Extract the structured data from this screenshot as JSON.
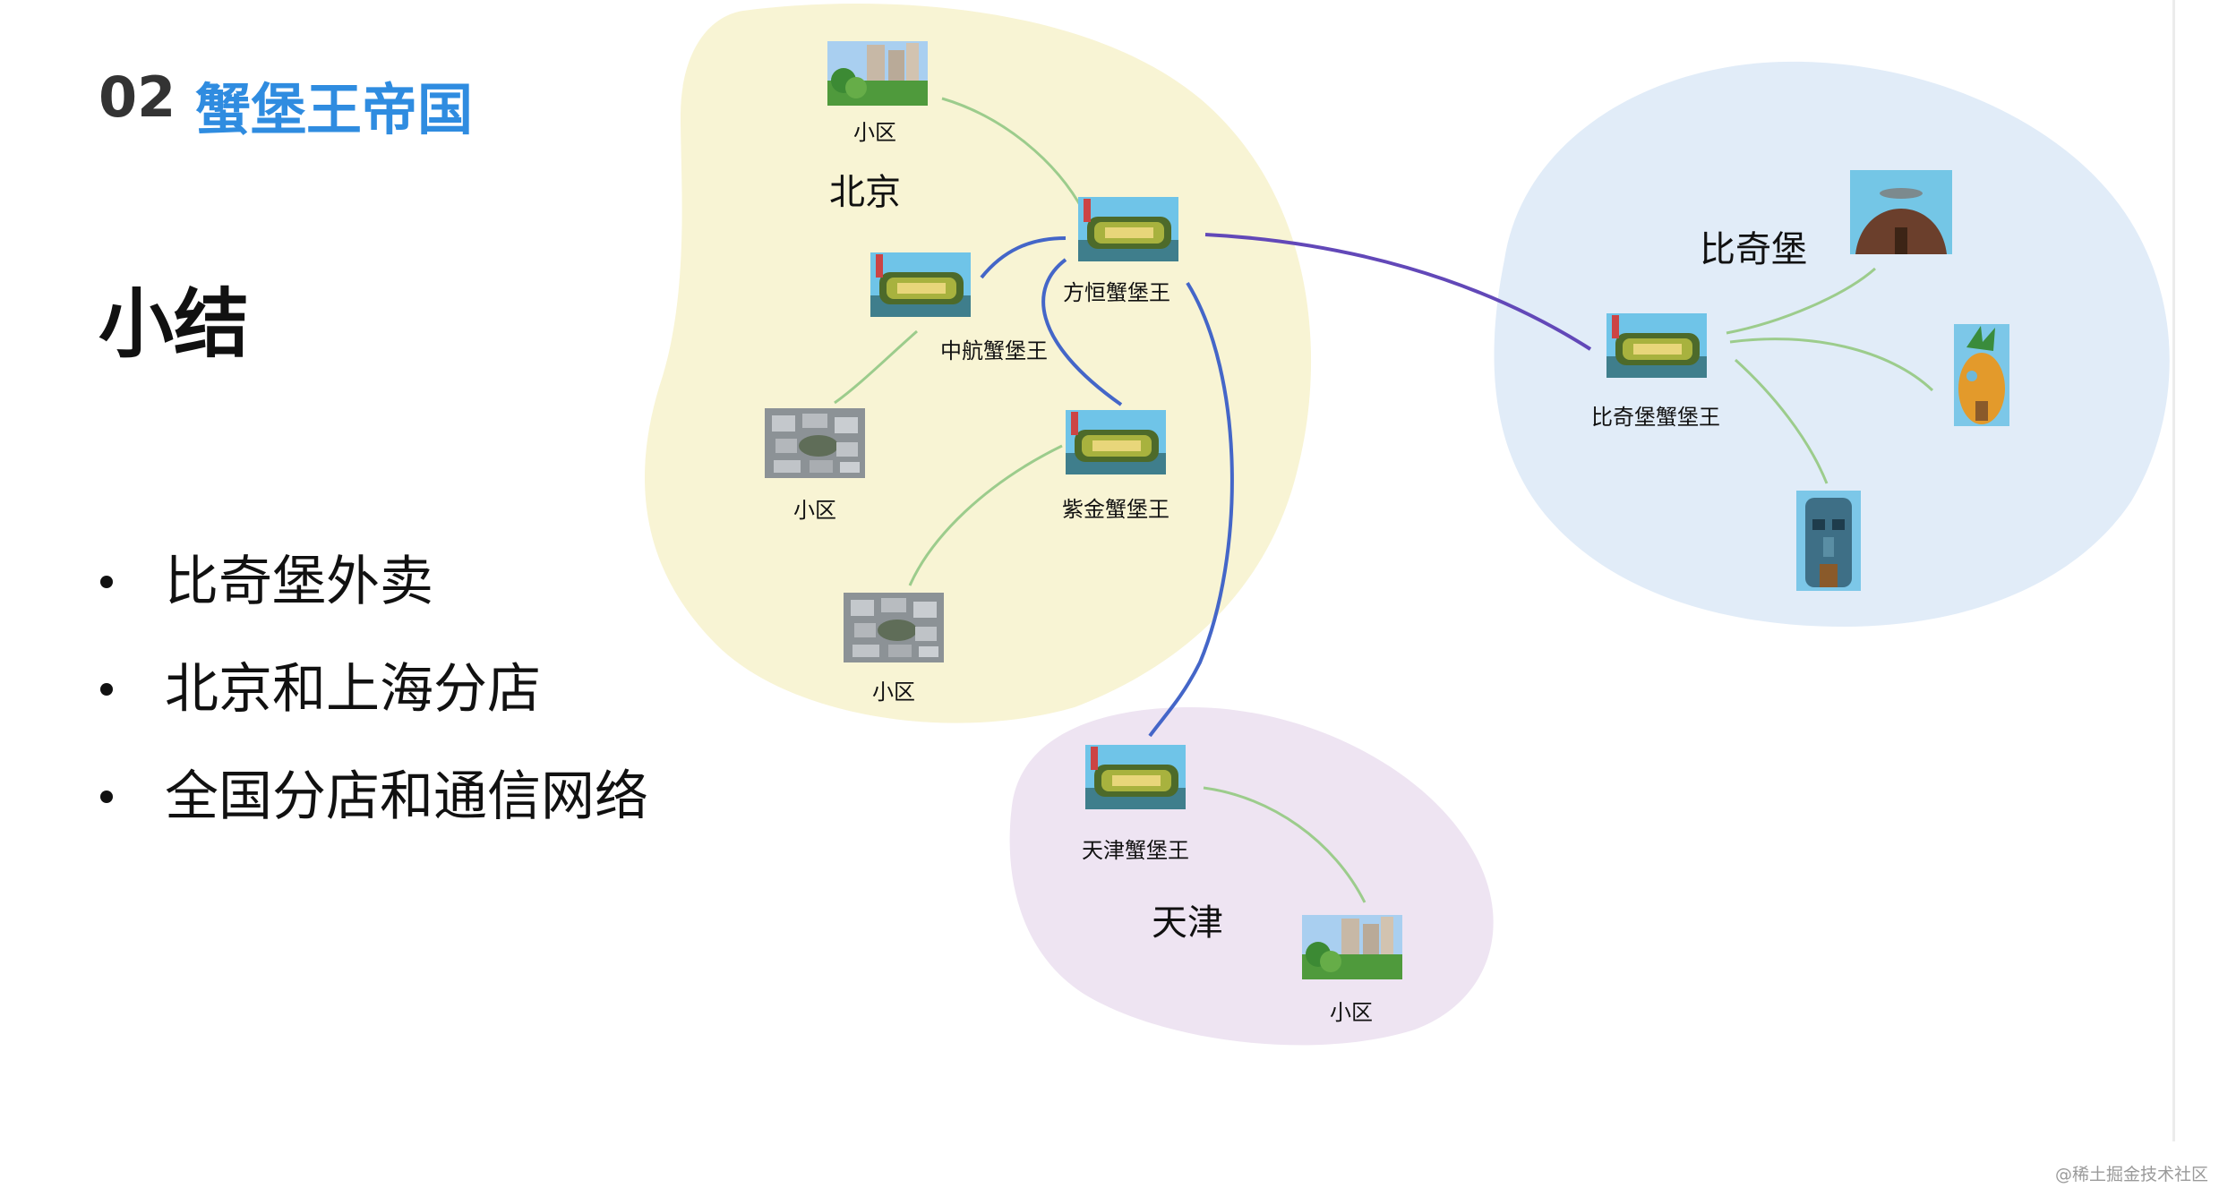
{
  "header": {
    "number": "02",
    "title": "蟹堡王帝国"
  },
  "section_heading": "小结",
  "bullets": [
    "比奇堡外卖",
    "北京和上海分店",
    "全国分店和通信网络"
  ],
  "regions": {
    "beijing": "北京",
    "bikini": "比奇堡",
    "tianjin": "天津"
  },
  "nodes": {
    "fangheng": "方恒蟹堡王",
    "zhonghang": "中航蟹堡王",
    "zijin": "紫金蟹堡王",
    "tianjin_store": "天津蟹堡王",
    "bikini_store": "比奇堡蟹堡王",
    "community": "小区"
  },
  "colors": {
    "title_blue": "#2f8ce0",
    "beijing_bg": "#f8f4d4",
    "bikini_bg": "#e1ecf8",
    "tianjin_bg": "#eee4f2",
    "network_line": "#4466c8",
    "trunk_line": "#6248b8",
    "local_line": "#9ccc8c"
  },
  "watermark": "@稀土掘金技术社区"
}
